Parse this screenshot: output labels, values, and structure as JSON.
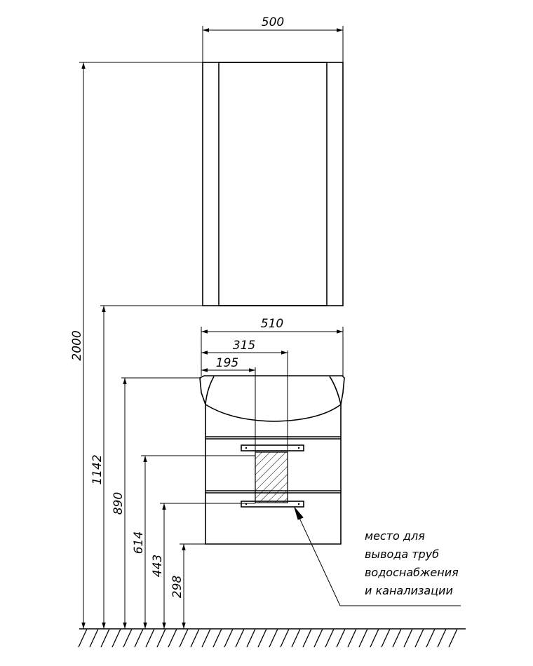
{
  "dimensions": {
    "cabinet_width": "500",
    "vanity_width": "510",
    "offset_315": "315",
    "offset_195": "195",
    "height_total": "2000",
    "height_1142": "1142",
    "height_890": "890",
    "height_614": "614",
    "height_443": "443",
    "height_298": "298"
  },
  "note": {
    "line1": "место для",
    "line2": "вывода труб",
    "line3": "водоснабжения",
    "line4": "и канализации"
  }
}
